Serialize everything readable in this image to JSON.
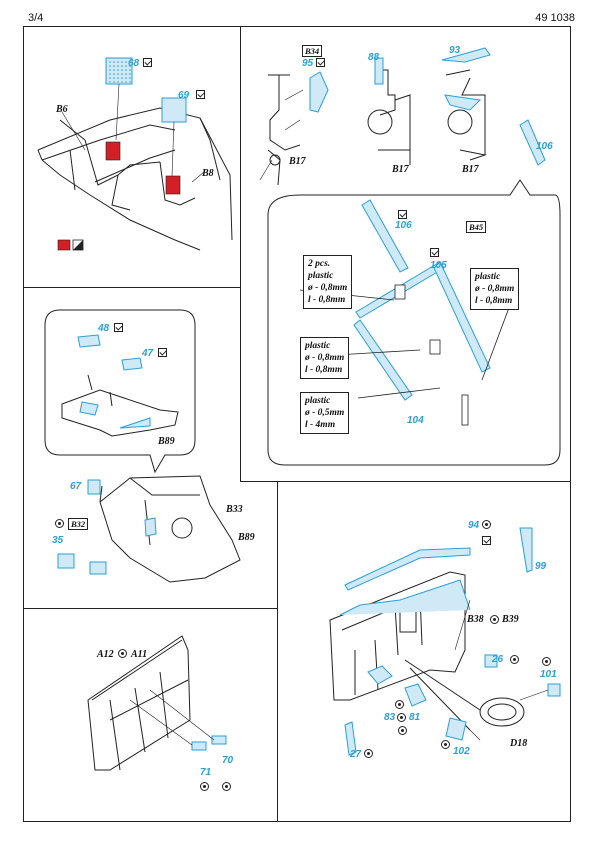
{
  "header": {
    "page": "3/4",
    "code": "49 1038"
  },
  "panels": {
    "p1": {
      "parts": [
        "68",
        "69"
      ],
      "labels": [
        "B6",
        "B8"
      ]
    },
    "p2": {
      "refs": [
        "B34",
        "B17",
        "B17",
        "B17"
      ],
      "parts": [
        "95",
        "88",
        "93",
        "106"
      ],
      "inset": {
        "parts": [
          "106",
          "105",
          "104"
        ],
        "ref": "B45",
        "notes": [
          {
            "title": "2 pcs.",
            "lines": [
              "plastic",
              "ø - 0,8mm",
              "l - 0,8mm"
            ]
          },
          {
            "title": "plastic",
            "lines": [
              "ø - 0,8mm",
              "l - 0,8mm"
            ]
          },
          {
            "title": "plastic",
            "lines": [
              "ø - 0,8mm",
              "l - 0,8mm"
            ]
          },
          {
            "title": "plastic",
            "lines": [
              "ø - 0,5mm",
              "l - 4mm"
            ]
          }
        ]
      }
    },
    "p3": {
      "parts": [
        "48",
        "47",
        "67",
        "35"
      ],
      "refs": [
        "B89",
        "B33",
        "B32",
        "B89"
      ]
    },
    "p4": {
      "parts": [
        "71",
        "70"
      ],
      "refs": [
        "A12",
        "A11"
      ]
    },
    "p5": {
      "parts": [
        "94",
        "99",
        "26",
        "101",
        "83",
        "81",
        "102",
        "27"
      ],
      "refs": [
        "B38",
        "B39",
        "D18"
      ]
    }
  },
  "colors": {
    "accent": "#2aa0d8",
    "red": "#d31f26",
    "line": "#222222"
  },
  "icons": [
    "fold-check-icon",
    "glue-circle-icon",
    "etch-red-swatch-icon"
  ]
}
